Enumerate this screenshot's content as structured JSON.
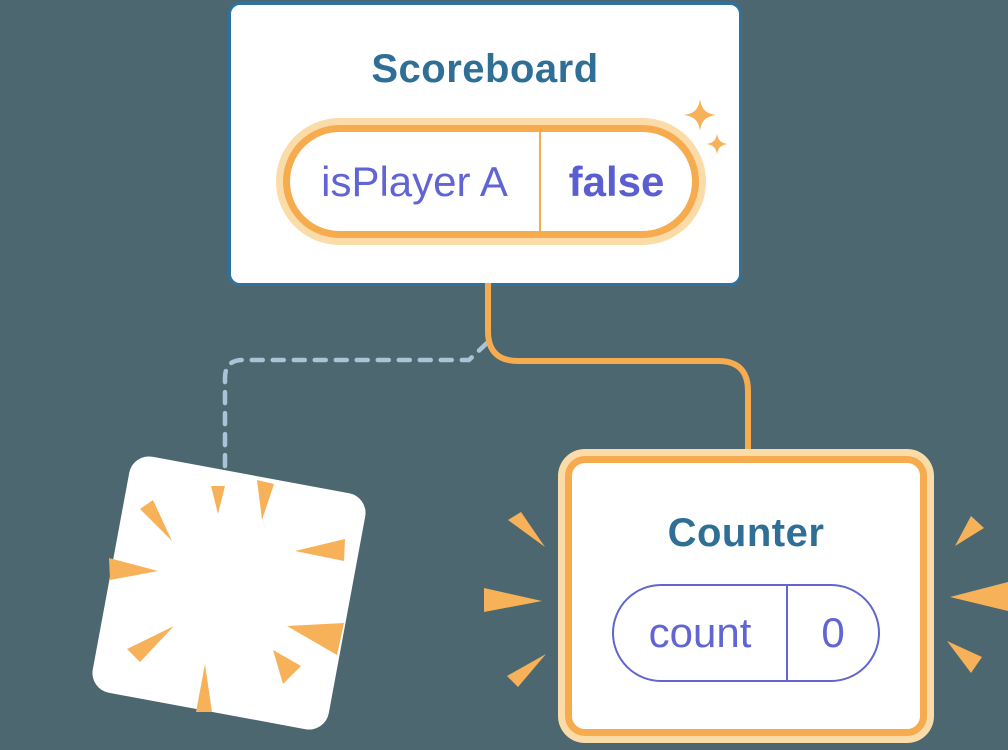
{
  "colors": {
    "bg": "#4C6770",
    "card-bg": "#FFFFFF",
    "blue-border": "#2E72A1",
    "teal-text": "#2F6F96",
    "orange": "#F6AB4F",
    "orange-glow": "#FBDCA8",
    "purple": "#6165D3",
    "purple-bold": "#5A5ED1",
    "purple-border": "#6066CE",
    "dashed-blue": "#A9C4D6",
    "ray-orange": "#F7B158"
  },
  "scoreboard": {
    "title": "Scoreboard",
    "state": {
      "name": "isPlayer A",
      "value": "false"
    }
  },
  "counter": {
    "title": "Counter",
    "state": {
      "name": "count",
      "value": "0"
    }
  },
  "icons": {
    "sparkles": "sparkles-icon",
    "destroyed_burst": "burst-rays",
    "emphasis_marks": "emphasis-burst-marks"
  }
}
